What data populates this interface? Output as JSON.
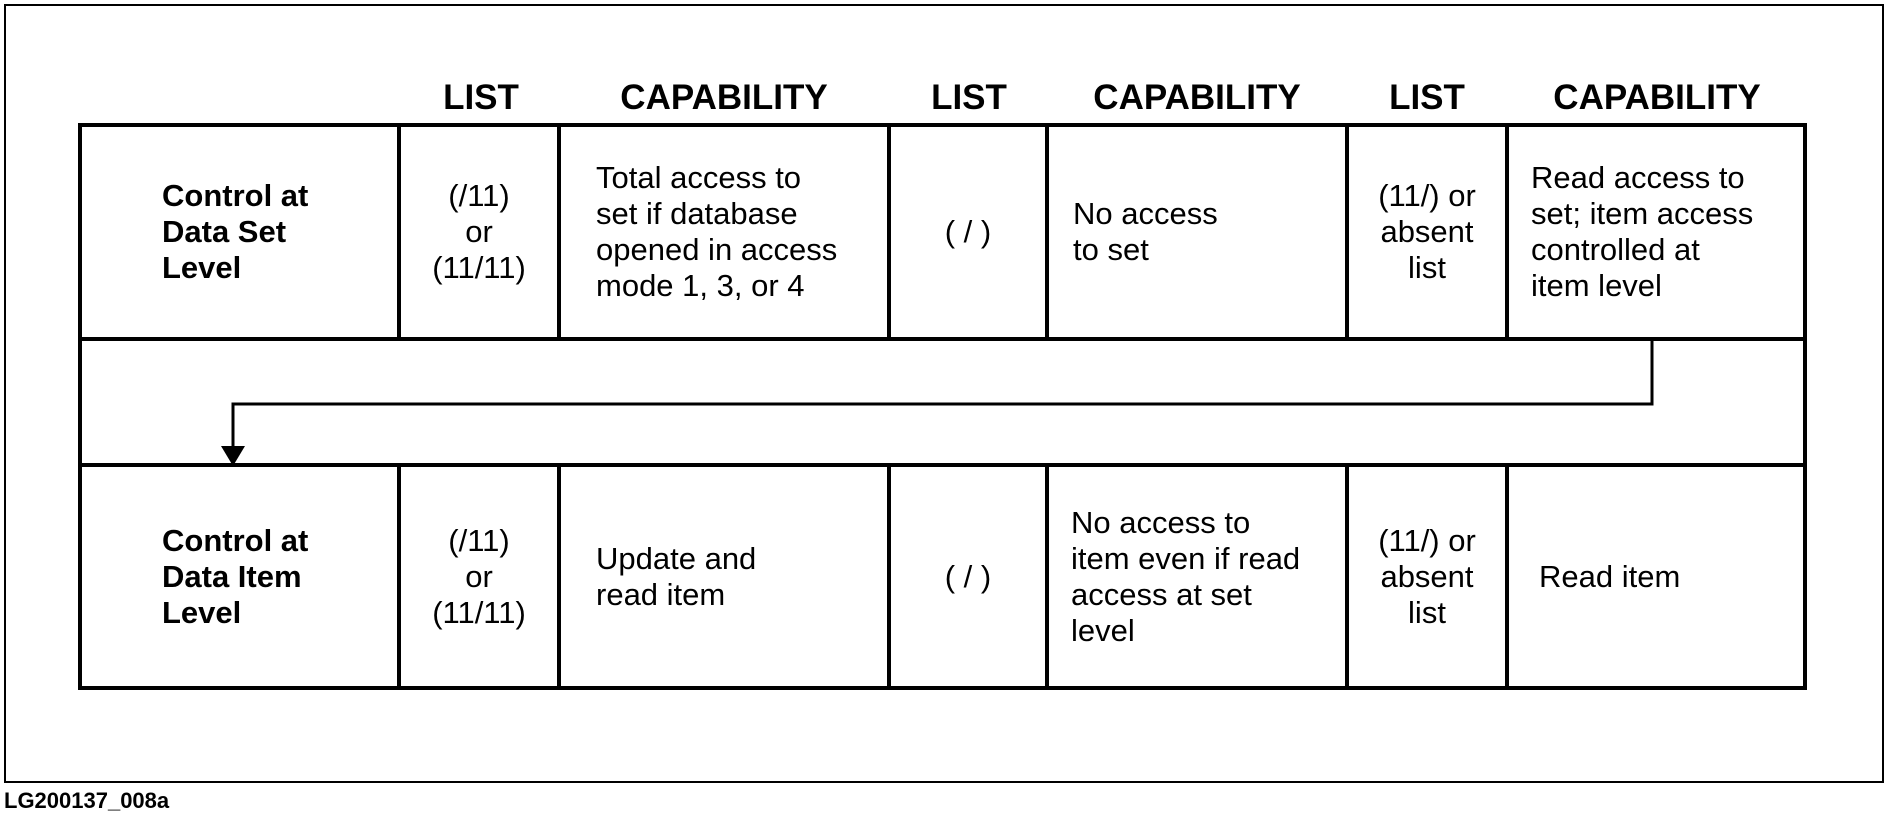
{
  "headers": [
    "LIST",
    "CAPABILITY",
    "LIST",
    "CAPABILITY",
    "LIST",
    "CAPABILITY"
  ],
  "rows": [
    {
      "label": "Control at\nData  Set\nLevel",
      "cells": [
        "(/11)\nor\n(11/11)",
        "Total access to\nset if database\nopened in access\nmode 1, 3, or 4",
        "( / )",
        "No access\nto set",
        "(11/) or\nabsent\nlist",
        "Read access to\nset; item access\ncontrolled at\nitem level"
      ]
    },
    {
      "label": "Control at\nData  Item\nLevel",
      "cells": [
        "(/11)\nor\n(11/11)",
        "Update and\nread item",
        "( / )",
        "No access to\nitem even if read\naccess at set\nlevel",
        "(11/) or\nabsent\nlist",
        "Read item"
      ]
    }
  ],
  "footer": "LG200137_008a"
}
